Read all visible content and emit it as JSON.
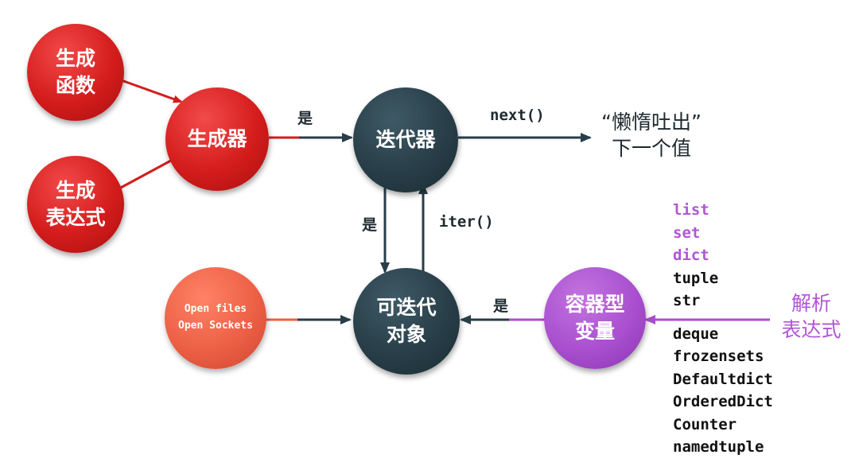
{
  "nodes": {
    "generator_function": "生成\n函数",
    "generator_expression": "生成\n表达式",
    "generator": "生成器",
    "iterator": "迭代器",
    "iterable": "可迭代\n对象",
    "open_files": "Open files\nOpen Sockets",
    "container": "容器型\n变量"
  },
  "edge_labels": {
    "generator_to_iterator": "是",
    "iterator_next": "next()",
    "iterator_to_iterable": "是",
    "iterable_iter": "iter()",
    "container_to_iterable": "是"
  },
  "lazy_output": "“懒惰吐出”\n下一个值",
  "container_types": [
    {
      "text": "list",
      "highlight": true
    },
    {
      "text": "set",
      "highlight": true
    },
    {
      "text": "dict",
      "highlight": true
    },
    {
      "text": "tuple",
      "highlight": false
    },
    {
      "text": "str",
      "highlight": false
    },
    {
      "text": "deque",
      "highlight": false
    },
    {
      "text": "frozensets",
      "highlight": false
    },
    {
      "text": "Defaultdict",
      "highlight": false
    },
    {
      "text": "OrderedDict",
      "highlight": false
    },
    {
      "text": "Counter",
      "highlight": false
    },
    {
      "text": "namedtuple",
      "highlight": false
    }
  ],
  "comprehension_label": "解析\n表达式",
  "colors": {
    "red": "#d41c1c",
    "dark": "#283e48",
    "orange": "#ec6046",
    "purple": "#a94fcf",
    "highlight_text": "#b255d6",
    "plain_text": "#111111"
  }
}
